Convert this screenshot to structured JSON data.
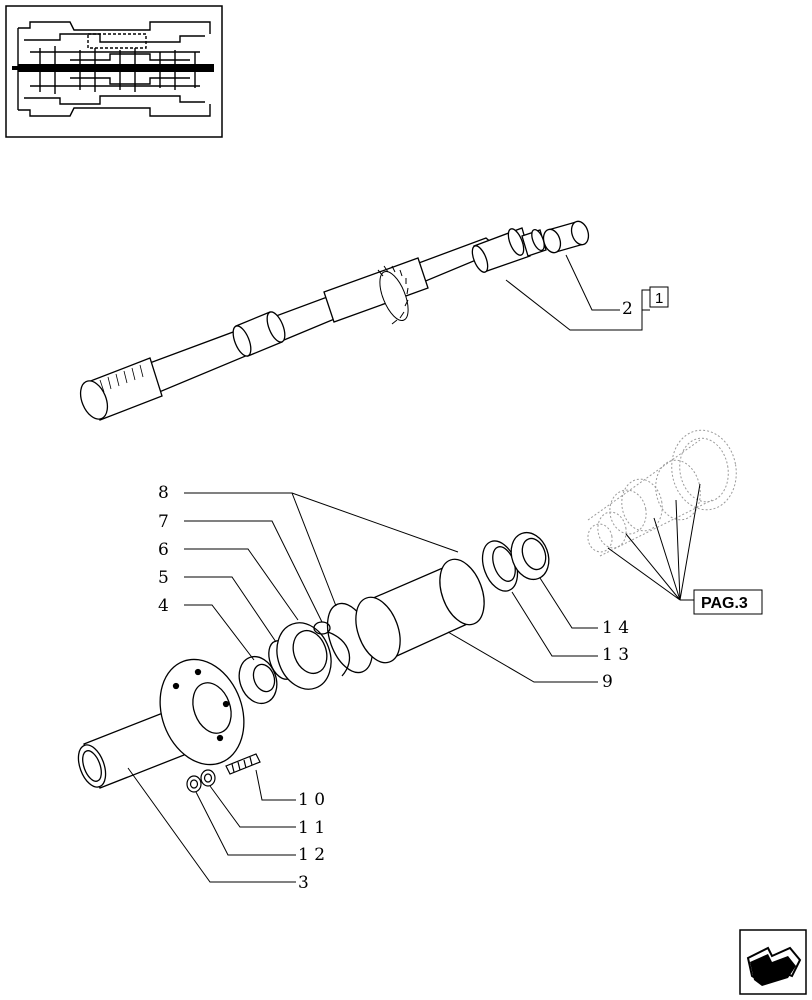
{
  "thumbnail": {
    "label": "transmission-section-thumbnail"
  },
  "callouts": {
    "c1": "1",
    "c2": "2",
    "c3": "3",
    "c4": "4",
    "c5": "5",
    "c6": "6",
    "c7": "7",
    "c8": "8",
    "c9": "9",
    "c10": "1 0",
    "c11": "1 1",
    "c12": "1 2",
    "c13": "1 3",
    "c14": "1 4"
  },
  "page_ref": {
    "label": "PAG.3"
  },
  "nav": {
    "icon": "next-page-arrow-icon"
  },
  "colors": {
    "line": "#000000",
    "ghost": "#9a9a9a",
    "paper": "#ffffff"
  }
}
